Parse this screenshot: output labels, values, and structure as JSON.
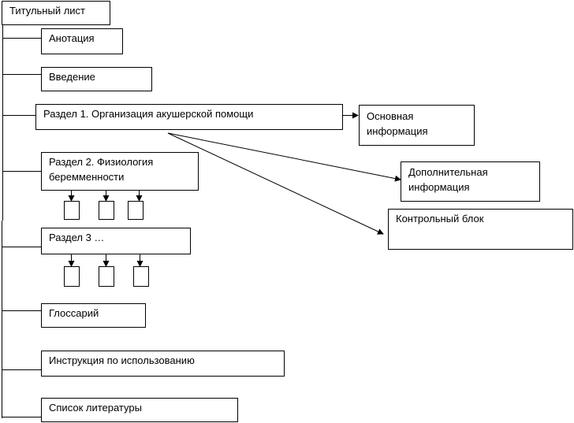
{
  "boxes": {
    "title_page": "Титульный лист",
    "annotation": "Анотация",
    "introduction": "Введение",
    "section1": "Раздел 1. Организация акушерской помощи",
    "section2": "Раздел 2. Физиология\nберемменности",
    "section3": "Раздел 3 …",
    "glossary": "Глоссарий",
    "instructions": "Инструкция по использованию",
    "references": "Список литературы",
    "main_info": "Основная\nинформация",
    "extra_info": "Дополнительная\nинформация",
    "control_block": "Контрольный блок"
  }
}
